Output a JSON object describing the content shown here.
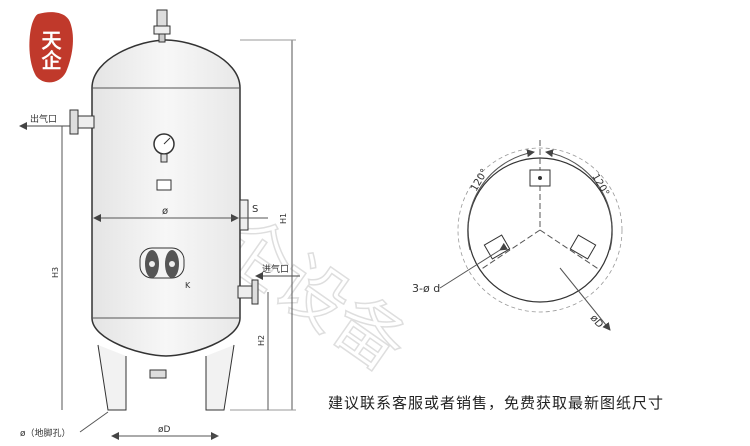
{
  "logo": {
    "text": "天企",
    "color": "#c0392b"
  },
  "watermark": {
    "text": "天企设备"
  },
  "tank_labels": {
    "outlet": "出气口",
    "inlet": "进气口",
    "diameter": "ø",
    "shell": "S",
    "height_total": "H1",
    "height_outlet": "H3",
    "height_inlet": "H2",
    "manhole": "K",
    "foot_hole": "ø（地脚孔）",
    "base_diameter": "øD"
  },
  "flange_view": {
    "angle_left": "120°",
    "angle_right": "120°",
    "holes": "3-ø d",
    "diameter": "øD"
  },
  "caption": "建议联系客服或者销售，免费获取最新图纸尺寸"
}
